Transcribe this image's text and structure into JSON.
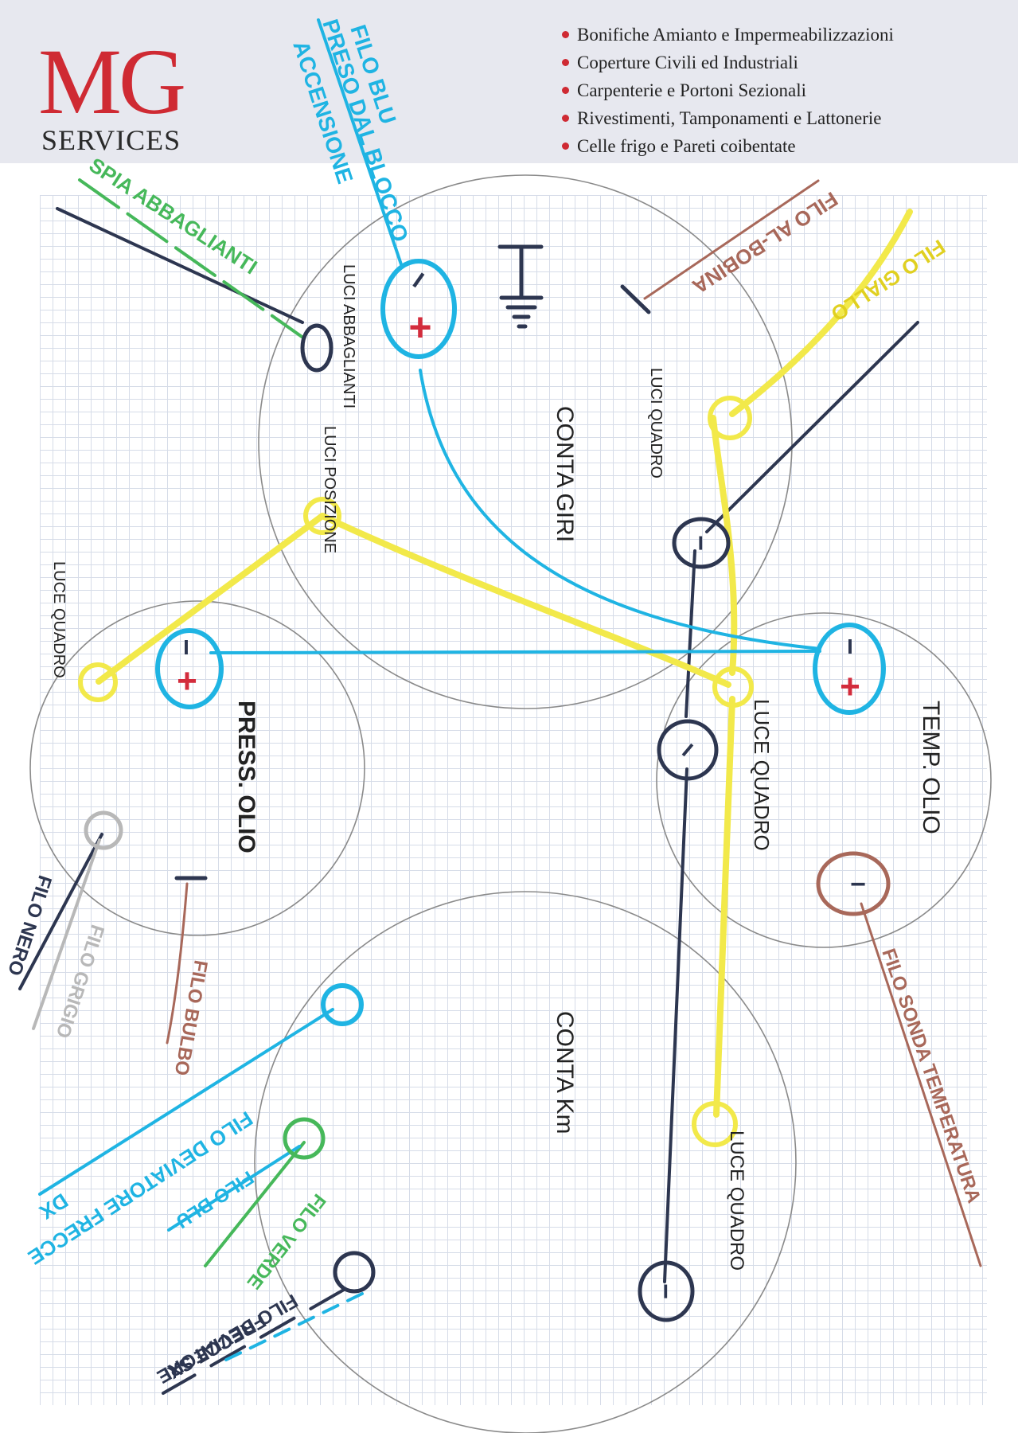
{
  "logo": {
    "mg": "MG",
    "services": "SERVICES"
  },
  "services": [
    "Bonifiche Amianto e Impermeabilizzazioni",
    "Coperture Civili ed Industriali",
    "Carpenterie e Portoni Sezionali",
    "Rivestimenti, Tamponamenti e Lattonerie",
    "Celle frigo e Pareti coibentate"
  ],
  "gauges": {
    "conta_giri": "CONTA GIRI",
    "press_olio": "PRESS. OLIO",
    "temp_olio": "TEMP. OLIO",
    "conta_km": "CONTA Km"
  },
  "terminals": {
    "luci_abbaglianti": "LUCI ABBAGLIANTI",
    "luci_posizione": "LUCI POSIZIONE",
    "luci_quadro_giri": "LUCI QUADRO",
    "luce_quadro_press": "LUCE QUADRO",
    "luce_quadro_temp": "LUCE QUADRO",
    "luce_quadro_km": "LUCE QUADRO",
    "plus": "+",
    "minus": "−"
  },
  "wires": {
    "filo_blu_1": "FILO BLU",
    "filo_blu_2": "PRESO DAL BLOCCO",
    "filo_blu_3": "ACCENSIONE",
    "spia_abbaglianti": "SPIA ABBAGLIANTI",
    "filo_al_bobina": "FILO AL-BOBINA",
    "filo_giallo": "FILO GIALLO",
    "filo_nero": "FILO NERO",
    "filo_grigio": "FILO GRIGIO",
    "filo_bulbo": "FILO BULBO",
    "filo_sonda": "FILO SONDA TEMPERATURA",
    "filo_deviatore_dx_1": "FILO DEVIATORE FRECCE",
    "filo_deviatore_dx_2": "DX",
    "filo_blu_small": "FILO BLU",
    "filo_verde": "FILO VERDE",
    "filo_deviatore_sx_1": "FILO DEVIATORE",
    "filo_deviatore_sx_2": "FRECCE SX"
  },
  "colors": {
    "brand_red": "#cf2a33",
    "wire_blue": "#1fb4e3",
    "wire_yellow": "#f2e94a",
    "wire_dark": "#2d3650",
    "wire_brown": "#a8685a",
    "wire_green": "#46b85a",
    "wire_gray": "#b8b8b8",
    "plus_red": "#d32c3c"
  }
}
